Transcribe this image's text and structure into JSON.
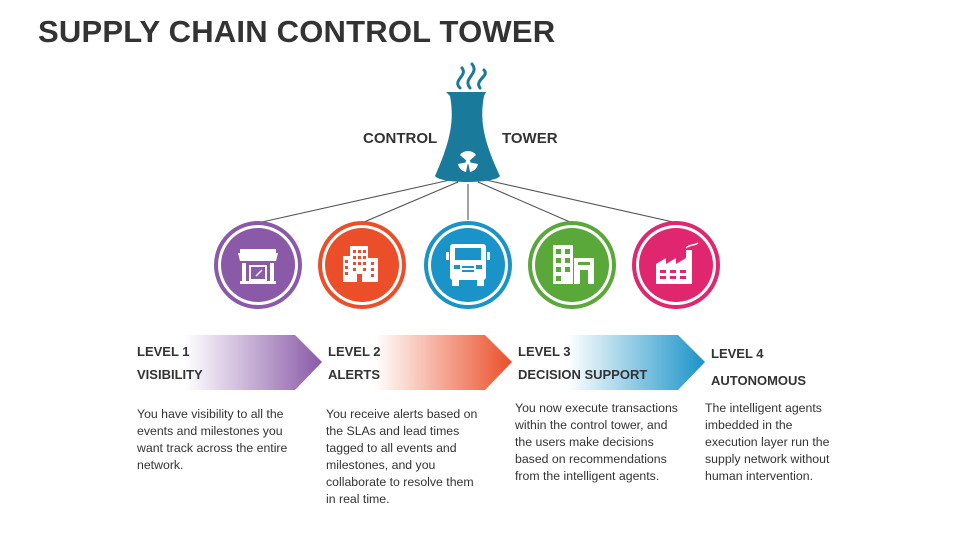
{
  "title": "SUPPLY CHAIN CONTROL TOWER",
  "tower": {
    "label_left": "CONTROL",
    "label_right": "TOWER",
    "icon": "nuclear-cooling-tower-icon",
    "color": "#1a7a9c"
  },
  "levels": [
    {
      "level": "LEVEL 1",
      "name": "VISIBILITY",
      "icon": "storefront-icon",
      "color": "#8a5aa8",
      "description": "You have visibility to all the events and milestones you want track across the entire network."
    },
    {
      "level": "LEVEL 2",
      "name": "ALERTS",
      "icon": "office-building-icon",
      "color": "#ea4f2a",
      "description": "You receive alerts based on the SLAs and lead times tagged to all events and milestones, and you collaborate to resolve them in real time."
    },
    {
      "level": "LEVEL 3",
      "name": "DECISION SUPPORT",
      "icon": "truck-icon",
      "color": "#1a93c8",
      "description": "You now execute transactions within the control tower, and the users make decisions based on recommendations from the intelligent agents."
    },
    {
      "level": "LEVEL 4",
      "name": "AUTONOMOUS",
      "icon": "buildings-icon",
      "color": "#5aa83a",
      "description": "The intelligent agents imbedded in the execution layer run the supply network without human intervention."
    },
    {
      "factory_icon": "factory-icon",
      "color": "#e0266e"
    }
  ]
}
